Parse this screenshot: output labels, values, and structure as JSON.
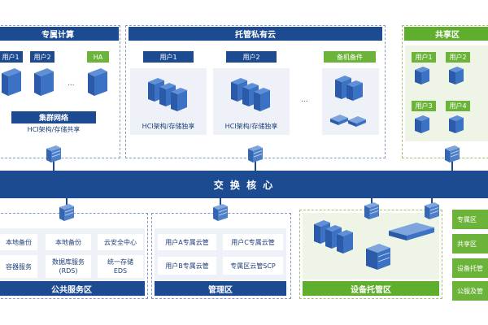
{
  "dedicated_compute": {
    "title": "专属计算",
    "users": [
      "用户1",
      "用户2"
    ],
    "ha": "HA",
    "ellipsis": "...",
    "cluster_network": "集群网络",
    "caption": "HCI架构/存储共享"
  },
  "hosted_private_cloud": {
    "title": "托管私有云",
    "users": [
      "用户1",
      "用户2"
    ],
    "backup": "备机备件",
    "ellipsis": "...",
    "captions": [
      "HCI架构/存储独享",
      "HCI架构/存储独享"
    ]
  },
  "shared_zone": {
    "title": "共享区",
    "users": [
      "用户1",
      "用户2",
      "用户3",
      "用户4"
    ]
  },
  "core_switch": {
    "label": "交 换 核 心"
  },
  "public_service": {
    "title": "公共服务区",
    "cells": [
      [
        "本地备份",
        "本地备份",
        "云安全中心"
      ],
      [
        "容器服务",
        "数据库服务\n(RDS)",
        "统一存储\nEDS"
      ]
    ]
  },
  "management": {
    "title": "管理区",
    "cells": [
      [
        "用户A专属云管",
        "用户C专属云管"
      ],
      [
        "用户B专属云管",
        "专属区云管SCP"
      ]
    ]
  },
  "device_hosting": {
    "title": "设备托管区"
  },
  "right_buttons": [
    "专属区",
    "共享区",
    "设备托管",
    "公服及管"
  ],
  "colors": {
    "navy": "#1d4b91",
    "green": "#6cb33a"
  }
}
